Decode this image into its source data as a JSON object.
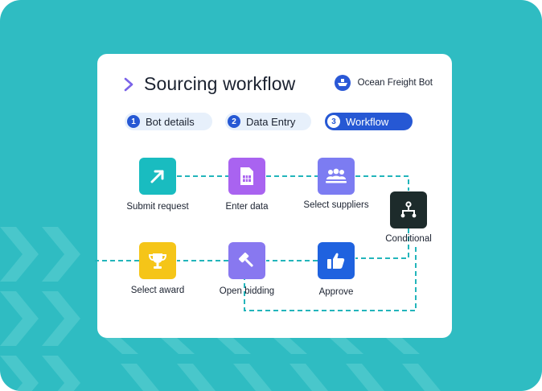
{
  "header": {
    "title": "Sourcing workflow",
    "bot_name": "Ocean Freight Bot"
  },
  "steps": [
    {
      "number": "1",
      "label": "Bot details",
      "state": "inactive"
    },
    {
      "number": "2",
      "label": "Data Entry",
      "state": "inactive"
    },
    {
      "number": "3",
      "label": "Workflow",
      "state": "active"
    }
  ],
  "nodes": {
    "submit_request": {
      "label": "Submit request",
      "color": "#19bcc0",
      "icon": "arrow-up-right-icon"
    },
    "enter_data": {
      "label": "Enter data",
      "color": "#a963f0",
      "icon": "spreadsheet-icon"
    },
    "select_suppliers": {
      "label": "Select suppliers",
      "color": "#7c7cf2",
      "icon": "group-icon"
    },
    "conditional": {
      "label": "Conditional",
      "color": "#1d2b2b",
      "icon": "branch-icon"
    },
    "approve": {
      "label": "Approve",
      "color": "#1f62df",
      "icon": "thumbs-up-icon"
    },
    "open_bidding": {
      "label": "Open bidding",
      "color": "#8878f0",
      "icon": "gavel-icon"
    },
    "select_award": {
      "label": "Select award",
      "color": "#f5c518",
      "icon": "trophy-icon"
    }
  },
  "colors": {
    "background": "#2fbcc2",
    "connector": "#23b5bb",
    "accent": "#2658d4"
  }
}
